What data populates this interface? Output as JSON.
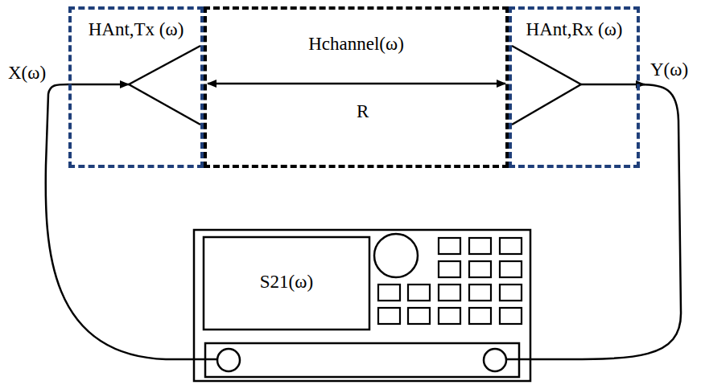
{
  "diagram": {
    "nodes": [
      {
        "text": [
          "HAnt,Tx (ω)"
        ]
      },
      {
        "text": [
          "Hchannel(ω)"
        ]
      },
      {
        "text": [
          "HAnt,Rx (ω)"
        ]
      },
      {
        "text": [
          "S21(ω)"
        ]
      }
    ],
    "edges": [
      {
        "from": 3,
        "to": 0,
        "arrow": "none"
      },
      {
        "from": 2,
        "to": 3,
        "arrow": "none"
      }
    ],
    "labels": [
      "X(ω)",
      "Y(ω)",
      "R"
    ]
  }
}
